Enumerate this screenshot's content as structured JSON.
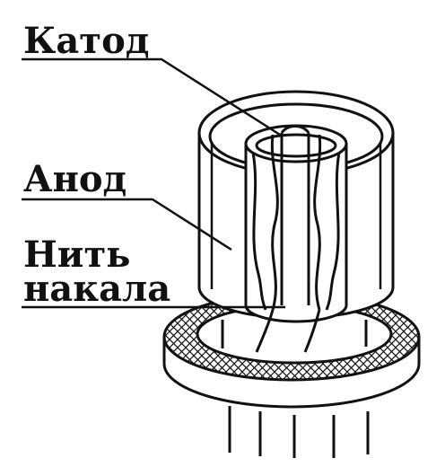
{
  "labels": {
    "cathode": "Катод",
    "anode": "Анод",
    "filament_line1": "Нить",
    "filament_line2": "накала"
  },
  "colors": {
    "ink": "#111111",
    "paper": "#ffffff"
  }
}
